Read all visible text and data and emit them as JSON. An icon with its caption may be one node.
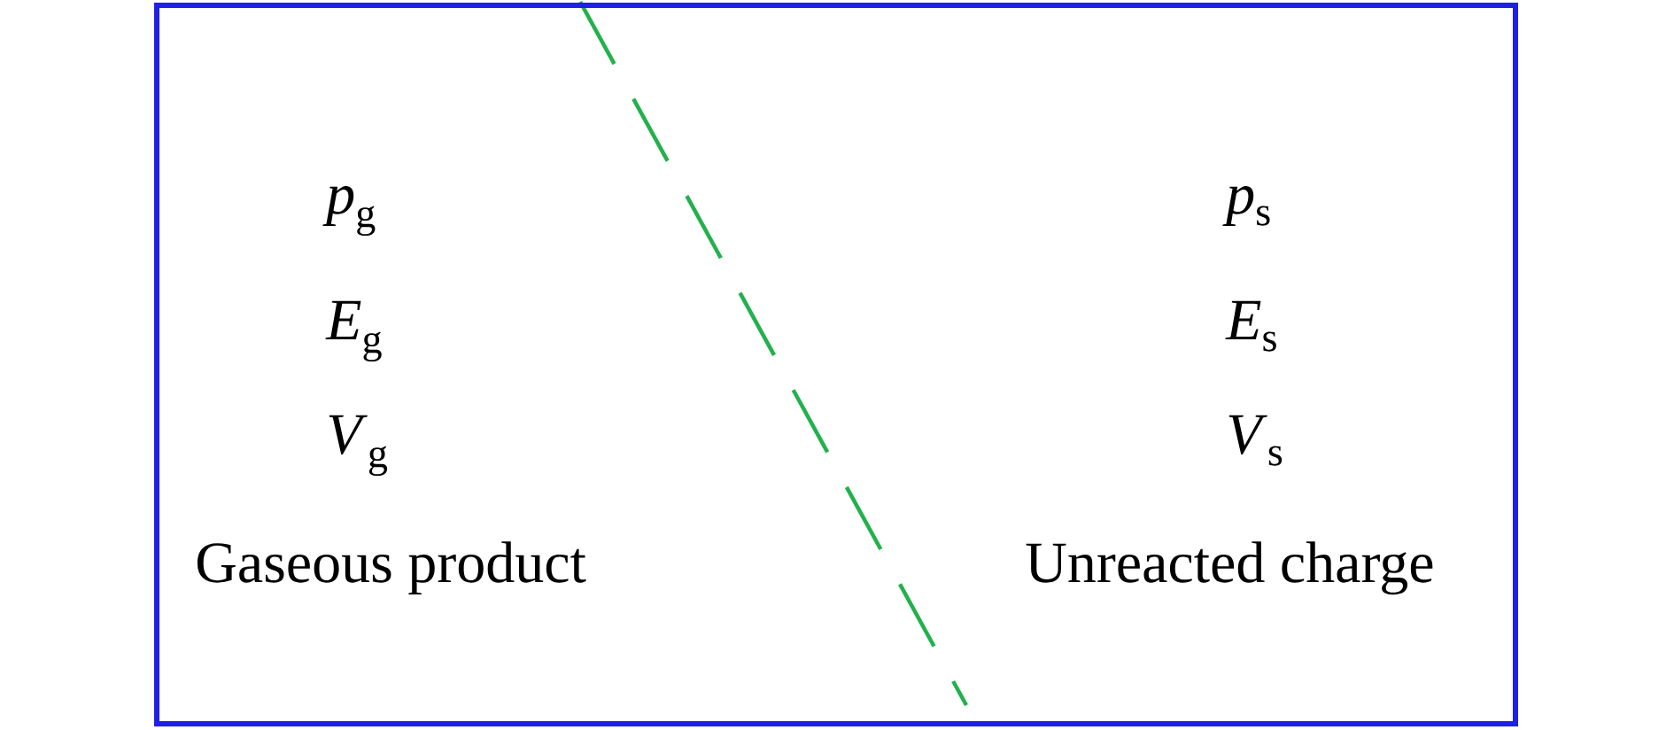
{
  "diagram": {
    "nodes": [
      {
        "text": [
          "*p*$_{g}$",
          "*E*$_{g}$",
          "*V*$_{g}$",
          "Gaseous product",
          "*p*$_{s}$",
          "*E*$_{s}$",
          "*V*$_{s}$",
          "Unreacted charge"
        ]
      }
    ]
  }
}
